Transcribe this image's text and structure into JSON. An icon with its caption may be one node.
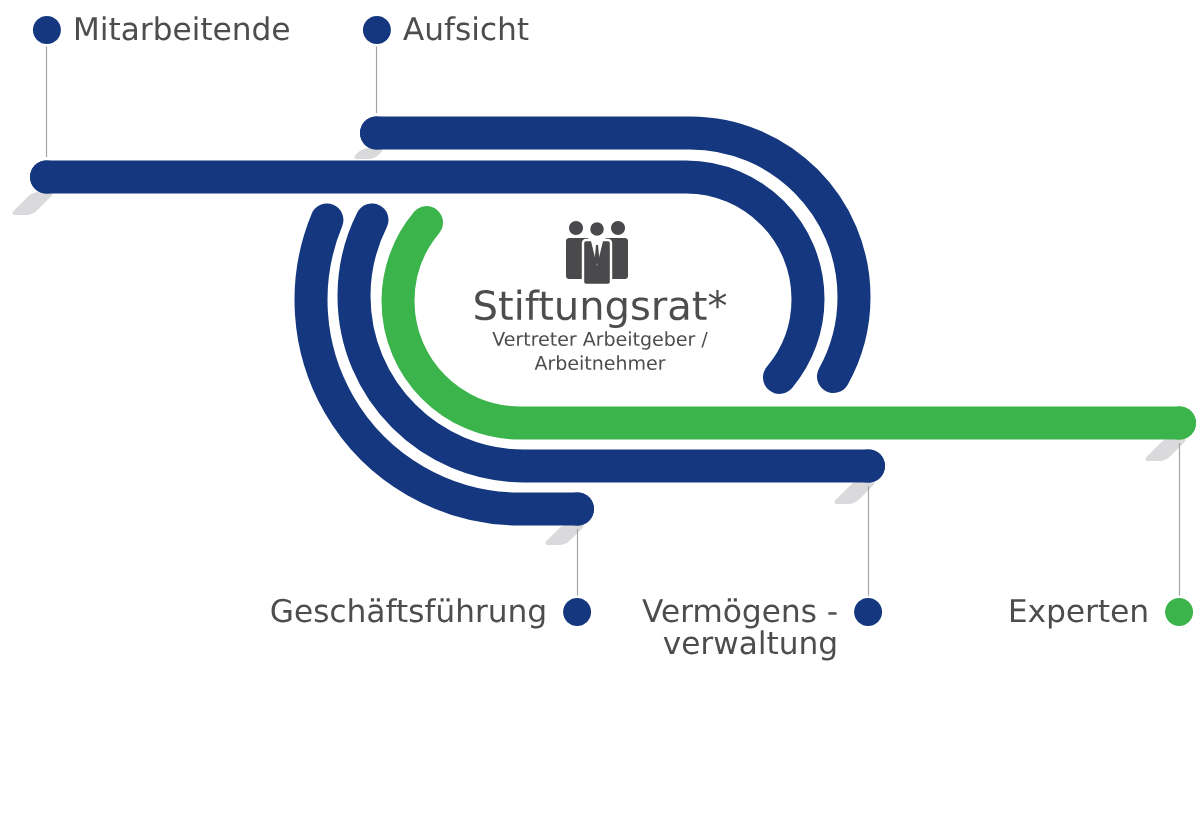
{
  "diagram": {
    "nodes": [
      {
        "text": [
          "Mitarbeitende"
        ]
      },
      {
        "text": [
          "Aufsicht"
        ]
      },
      {
        "text": [
          "Stiftungsrat*",
          "Vertreter Arbeitgeber / Arbeitnehmer"
        ]
      },
      {
        "text": [
          "Geschäftsführung"
        ]
      },
      {
        "text": [
          "Vermögens - verwaltung"
        ]
      },
      {
        "text": [
          "Experten"
        ]
      },
      {
        "text": [],
        "shape": "bar"
      },
      {
        "text": [],
        "shape": "bar"
      },
      {
        "text": [],
        "shape": "bar"
      },
      {
        "text": [],
        "shape": "bar"
      },
      {
        "text": [],
        "shape": "bar"
      }
    ],
    "edges": [
      {
        "from": 0,
        "to": 6,
        "arrow": "none"
      },
      {
        "from": 1,
        "to": 7,
        "arrow": "none"
      },
      {
        "from": 3,
        "to": 8,
        "arrow": "none"
      },
      {
        "from": 4,
        "to": 9,
        "arrow": "none"
      },
      {
        "from": 5,
        "to": 10,
        "arrow": "none"
      }
    ]
  }
}
